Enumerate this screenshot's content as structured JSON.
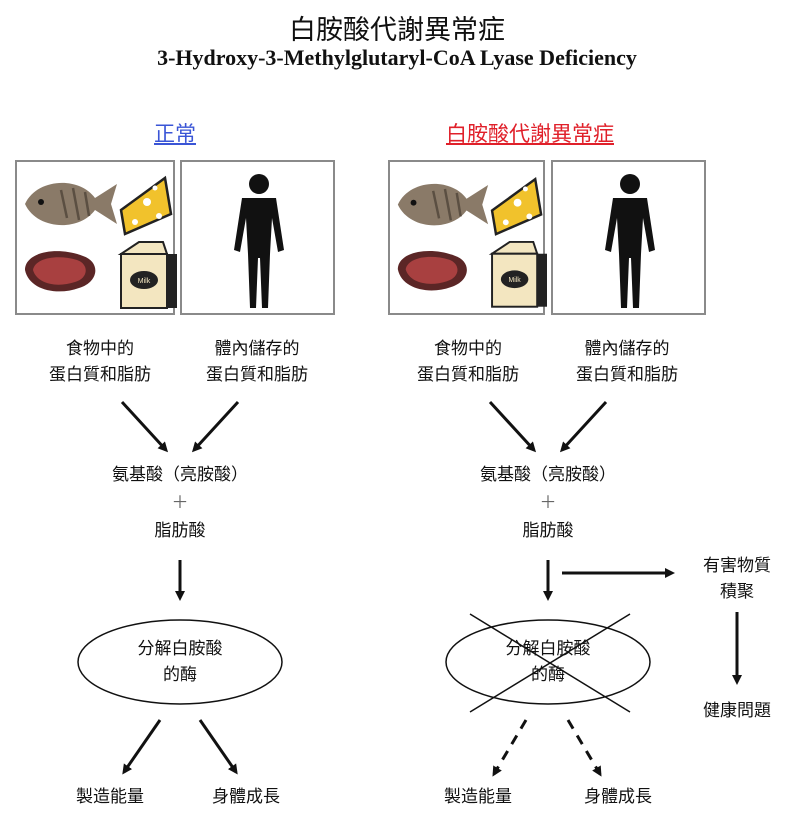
{
  "title_zh": "白胺酸代謝異常症",
  "title_en": "3-Hydroxy-3-Methylglutaryl-CoA Lyase Deficiency",
  "normal": {
    "heading": "正常",
    "food_label_1": "食物中的",
    "food_label_2": "蛋白質和脂肪",
    "body_label_1": "體內儲存的",
    "body_label_2": "蛋白質和脂肪",
    "amino": "氨基酸（亮胺酸）",
    "plus": "＋",
    "fatty": "脂肪酸",
    "enzyme_1": "分解白胺酸",
    "enzyme_2": "的酶",
    "out_energy": "製造能量",
    "out_growth": "身體成長"
  },
  "disease": {
    "heading": "白胺酸代謝異常症",
    "food_label_1": "食物中的",
    "food_label_2": "蛋白質和脂肪",
    "body_label_1": "體內儲存的",
    "body_label_2": "蛋白質和脂肪",
    "amino": "氨基酸（亮胺酸）",
    "plus": "＋",
    "fatty": "脂肪酸",
    "enzyme_1": "分解白胺酸",
    "enzyme_2": "的酶",
    "out_energy": "製造能量",
    "out_growth": "身體成長",
    "harmful_1": "有害物質",
    "harmful_2": "積聚",
    "health": "健康問題"
  },
  "milk_text": "Milk",
  "colors": {
    "normal_heading": "#3a55d6",
    "disease_heading": "#e0202a"
  }
}
